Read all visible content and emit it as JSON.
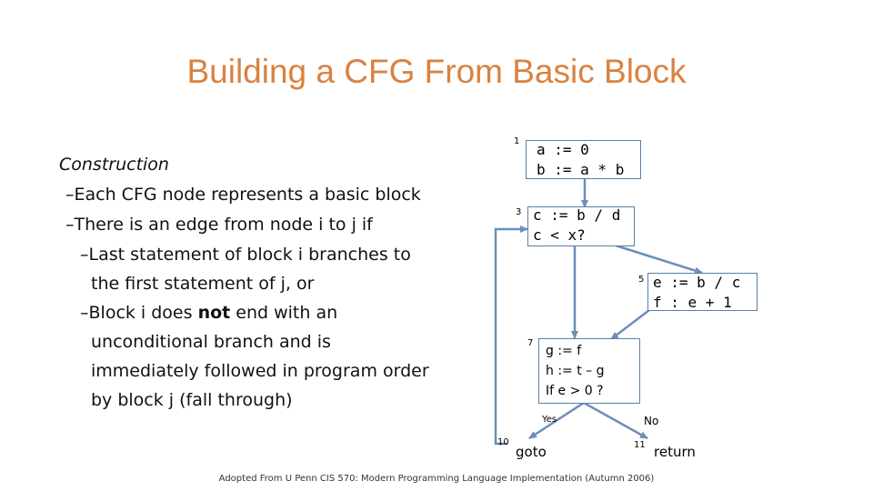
{
  "title": "Building a CFG From Basic Block",
  "left_text": {
    "heading": "Construction",
    "bullet1": "–Each CFG node represents a basic block",
    "bullet2": "–There is an edge from node i to j if",
    "sub1_line1": "–Last statement of block i branches to",
    "sub1_line2": "the first statement of j, or",
    "sub2_prefix": "–Block i does ",
    "sub2_bold": "not",
    "sub2_suffix": " end with an",
    "sub2_line2": "unconditional branch and is",
    "sub2_line3": "immediately followed in program order",
    "sub2_line4": "by block j (fall through)"
  },
  "diagram": {
    "nodes": {
      "n1": {
        "num": "1",
        "lines": [
          "a := 0",
          "b := a * b"
        ]
      },
      "n3": {
        "num": "3",
        "lines": [
          "c := b / d",
          "c < x?"
        ]
      },
      "n5": {
        "num": "5",
        "lines": [
          "e := b / c",
          "f : e + 1"
        ]
      },
      "n7": {
        "num": "7",
        "lines": [
          "g := f",
          "h := t – g",
          "If e > 0 ?"
        ]
      },
      "n10": {
        "num": "10",
        "label": "goto"
      },
      "n11": {
        "num": "11",
        "label": "return"
      }
    },
    "edge_labels": {
      "yes": "Yes",
      "no": "No"
    }
  },
  "footer": "Adopted From U Penn CIS 570: Modern Programming Language Implementation (Autumn 2006)",
  "colors": {
    "title": "#d9823f",
    "edge": "#6b8fb8",
    "box_border": "#5b7fa6"
  }
}
